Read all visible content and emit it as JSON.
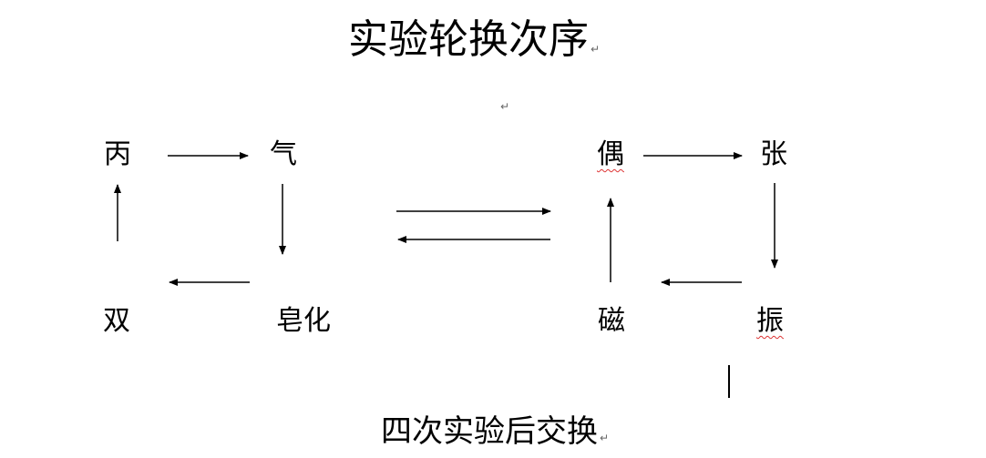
{
  "document": {
    "title": "实验轮换次序",
    "footer": "四次实验后交换",
    "paragraph_mark": "↵"
  },
  "left_cycle": {
    "top_left": "丙",
    "top_right": "气",
    "bottom_left": "双",
    "bottom_right": "皂化"
  },
  "right_cycle": {
    "top_left": "偶",
    "top_right": "张",
    "bottom_left": "磁",
    "bottom_right": "振"
  },
  "colors": {
    "text": "#000000",
    "spellcheck_underline": "#dd3333",
    "paragraph_mark": "#666666"
  }
}
